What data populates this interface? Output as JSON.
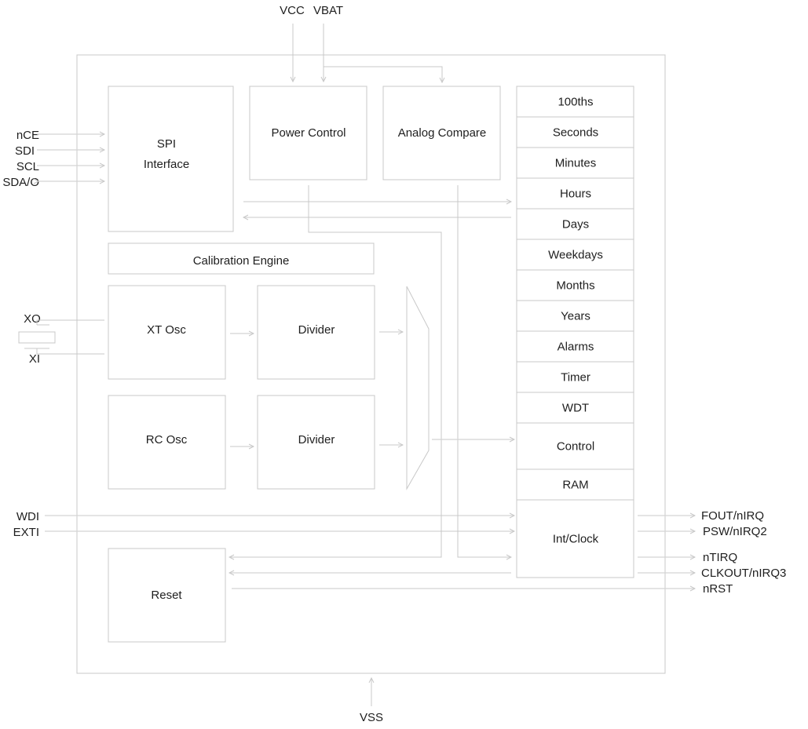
{
  "pins_top": {
    "vcc": "VCC",
    "vbat": "VBAT"
  },
  "pins_bottom": {
    "vss": "VSS"
  },
  "pins_left": {
    "nce": "nCE",
    "sdi": "SDI",
    "scl": "SCL",
    "sdao": "SDA/O",
    "xo": "XO",
    "xi": "XI",
    "wdi": "WDI",
    "exti": "EXTI"
  },
  "pins_right": {
    "fout": "FOUT/nIRQ",
    "psw": "PSW/nIRQ2",
    "ntirq": "nTIRQ",
    "clkout": "CLKOUT/nIRQ3",
    "nrst": "nRST"
  },
  "blocks": {
    "spi_line1": "SPI",
    "spi_line2": "Interface",
    "power_control": "Power Control",
    "analog_compare": "Analog Compare",
    "calibration_engine": "Calibration Engine",
    "xt_osc": "XT Osc",
    "divider_1": "Divider",
    "rc_osc": "RC Osc",
    "divider_2": "Divider",
    "reset": "Reset"
  },
  "registers": [
    "100ths",
    "Seconds",
    "Minutes",
    "Hours",
    "Days",
    "Weekdays",
    "Months",
    "Years",
    "Alarms",
    "Timer",
    "WDT",
    "Control",
    "RAM",
    "Int/Clock"
  ]
}
